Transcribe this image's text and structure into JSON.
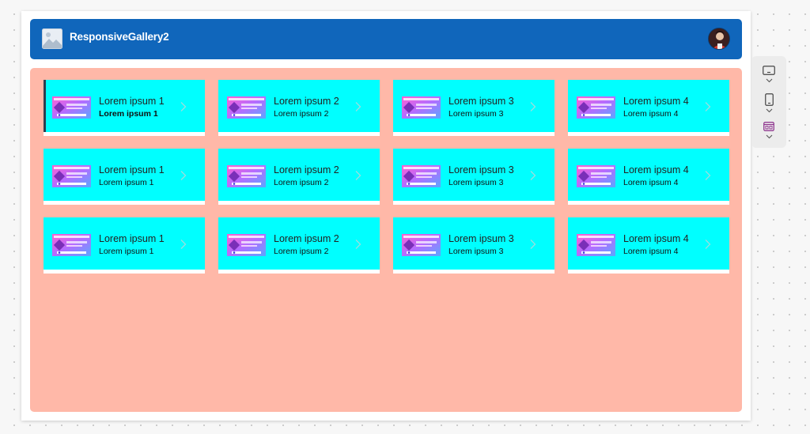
{
  "header": {
    "title": "ResponsiveGallery2",
    "app_icon": "image-icon",
    "avatar": "user-avatar",
    "color": "#1066bb"
  },
  "gallery": {
    "background_color": "#ffb8a8",
    "card_color": "#00ffff",
    "selected_index": 0,
    "items": [
      {
        "title": "Lorem ipsum 1",
        "subtitle": "Lorem ipsum 1"
      },
      {
        "title": "Lorem ipsum 2",
        "subtitle": "Lorem ipsum 2"
      },
      {
        "title": "Lorem ipsum 3",
        "subtitle": "Lorem ipsum 3"
      },
      {
        "title": "Lorem ipsum 4",
        "subtitle": "Lorem ipsum 4"
      },
      {
        "title": "Lorem ipsum 1",
        "subtitle": "Lorem ipsum 1"
      },
      {
        "title": "Lorem ipsum 2",
        "subtitle": "Lorem ipsum 2"
      },
      {
        "title": "Lorem ipsum 3",
        "subtitle": "Lorem ipsum 3"
      },
      {
        "title": "Lorem ipsum 4",
        "subtitle": "Lorem ipsum 4"
      },
      {
        "title": "Lorem ipsum 1",
        "subtitle": "Lorem ipsum 1"
      },
      {
        "title": "Lorem ipsum 2",
        "subtitle": "Lorem ipsum 2"
      },
      {
        "title": "Lorem ipsum 3",
        "subtitle": "Lorem ipsum 3"
      },
      {
        "title": "Lorem ipsum 4",
        "subtitle": "Lorem ipsum 4"
      }
    ]
  },
  "side_toolbar": {
    "buttons": [
      {
        "icon": "tablet-landscape-icon"
      },
      {
        "icon": "phone-portrait-icon"
      },
      {
        "icon": "web-layout-icon"
      }
    ]
  }
}
